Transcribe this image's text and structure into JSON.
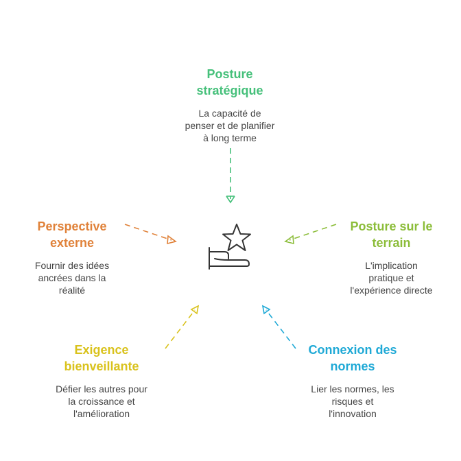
{
  "center_icon": "hand-holding-star-icon",
  "nodes": {
    "top": {
      "title_line1": "Posture",
      "title_line2": "stratégique",
      "desc_line1": "La capacité de",
      "desc_line2": "penser et de planifier",
      "desc_line3": "à long terme",
      "color": "#45c07a"
    },
    "left": {
      "title_line1": "Perspective",
      "title_line2": "externe",
      "desc_line1": "Fournir des idées",
      "desc_line2": "ancrées dans la",
      "desc_line3": "réalité",
      "color": "#e0823a"
    },
    "right": {
      "title_line1": "Posture sur le",
      "title_line2": "terrain",
      "desc_line1": "L'implication",
      "desc_line2": "pratique et",
      "desc_line3": "l'expérience directe",
      "color": "#8cbd3a"
    },
    "bottom_left": {
      "title_line1": "Exigence",
      "title_line2": "bienveillante",
      "desc_line1": "Défier les autres pour",
      "desc_line2": "la croissance et",
      "desc_line3": "l'amélioration",
      "color": "#d9c21c"
    },
    "bottom_right": {
      "title_line1": "Connexion des",
      "title_line2": "normes",
      "desc_line1": "Lier les normes, les",
      "desc_line2": "risques et",
      "desc_line3": "l'innovation",
      "color": "#1fa9d6"
    }
  }
}
